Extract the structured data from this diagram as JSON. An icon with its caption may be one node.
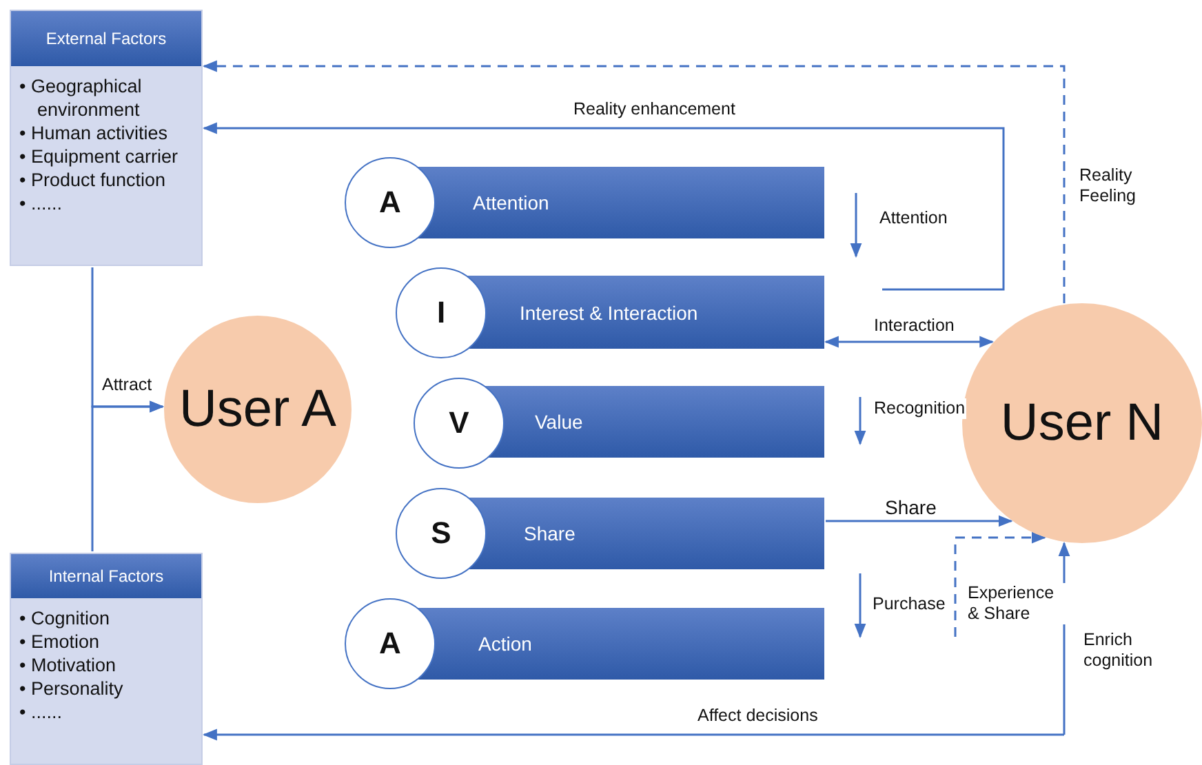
{
  "diagram": {
    "nodes": [
      {
        "text": [
          "External Factors",
          "• Geographical environment",
          "• Human activities",
          "• Equipment carrier",
          "• Product function",
          "• ......"
        ]
      },
      {
        "text": [
          "Internal Factors",
          "• Cognition",
          "• Emotion",
          "• Motivation",
          "• Personality",
          "• ......"
        ]
      },
      {
        "text": [
          "User A"
        ]
      },
      {
        "text": [
          "A",
          "Attention"
        ]
      },
      {
        "text": [
          "I",
          "Interest & Interaction"
        ]
      },
      {
        "text": [
          "V",
          "Value"
        ]
      },
      {
        "text": [
          "S",
          "Share"
        ]
      },
      {
        "text": [
          "A",
          "Action"
        ]
      },
      {
        "text": [
          "User N"
        ]
      }
    ],
    "edges": [
      {
        "from": null,
        "to": 0,
        "arrow": "to",
        "label": "Reality enhancement"
      },
      {
        "from": 8,
        "to": 0,
        "arrow": "to",
        "style": "dashed",
        "label": "Reality Feeling"
      },
      {
        "from": 0,
        "to": 2,
        "arrow": "to",
        "label": "Attract"
      },
      {
        "from": 1,
        "to": 2,
        "arrow": "to"
      },
      {
        "from": 4,
        "to": 8,
        "arrow": "both",
        "label": "Interaction"
      },
      {
        "from": 6,
        "to": 8,
        "arrow": "to",
        "label": "Share"
      },
      {
        "from": null,
        "to": 8,
        "arrow": "to",
        "style": "dashed",
        "label": "Experience & Share"
      },
      {
        "from": null,
        "to": 1,
        "arrow": "to",
        "label": "Affect decisions"
      },
      {
        "from": null,
        "to": 8,
        "arrow": "to",
        "label": "Enrich cognition"
      }
    ],
    "labels": [
      "Attention",
      "Recognition",
      "Purchase"
    ]
  }
}
